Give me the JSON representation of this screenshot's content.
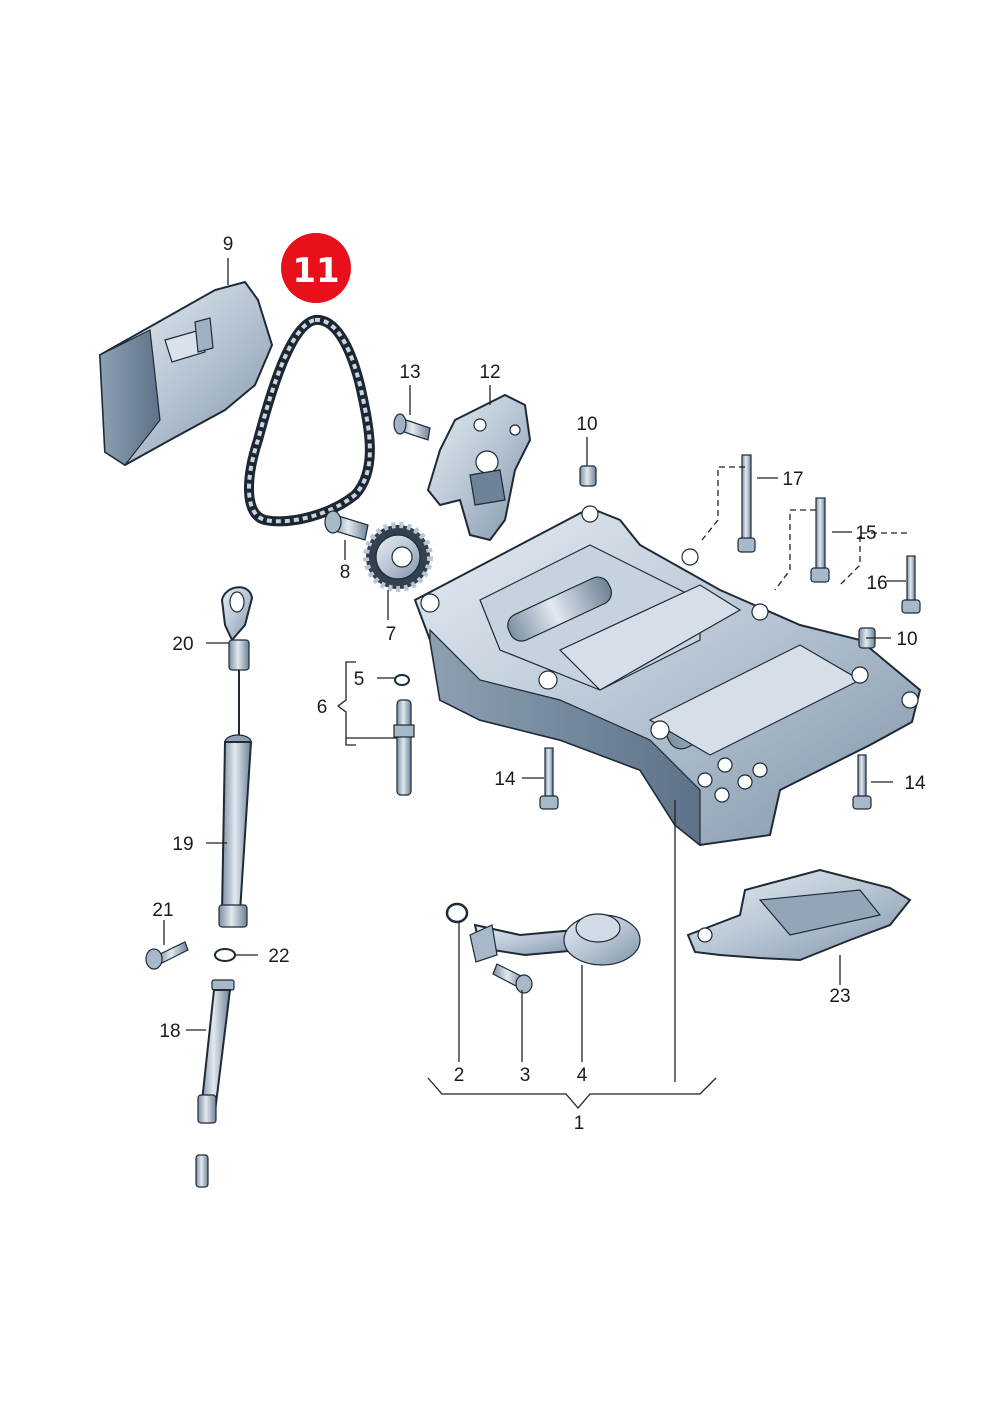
{
  "accent_color": "#e8101a",
  "part_color": "#b3c1d0",
  "highlight": {
    "number": "11"
  },
  "labels": {
    "p1": "1",
    "p2": "2",
    "p3": "3",
    "p4": "4",
    "p5": "5",
    "p6": "6",
    "p7": "7",
    "p8": "8",
    "p9": "9",
    "p10a": "10",
    "p10b": "10",
    "p12": "12",
    "p13": "13",
    "p14a": "14",
    "p14b": "14",
    "p15": "15",
    "p16": "16",
    "p17": "17",
    "p18": "18",
    "p19": "19",
    "p20": "20",
    "p21": "21",
    "p22": "22",
    "p23": "23"
  }
}
